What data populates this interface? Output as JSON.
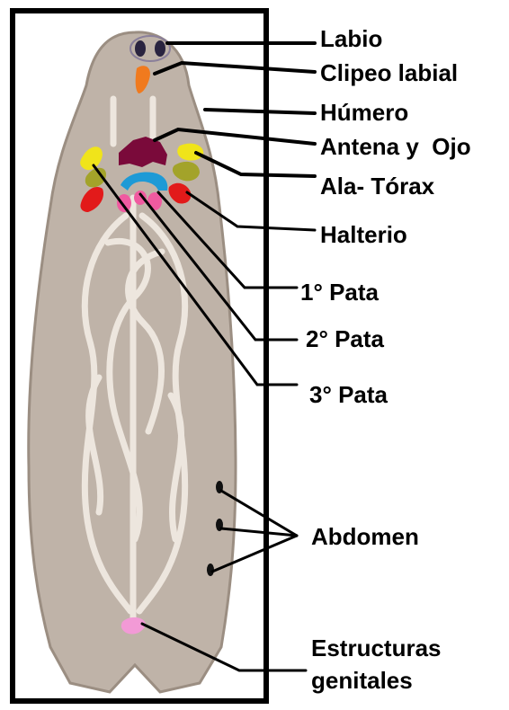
{
  "labels": {
    "labio": "Labio",
    "clipeo": "Clipeo labial",
    "humero": "Húmero",
    "antena_ojo": "Antena y  Ojo",
    "ala_torax": "Ala- Tórax",
    "halterio": "Halterio",
    "pata1": "1° Pata",
    "pata2": "2° Pata",
    "pata3": "3° Pata",
    "abdomen": "Abdomen",
    "estructuras": "Estructuras",
    "genitales": "genitales"
  },
  "colors": {
    "frame": "#000000",
    "body_fill": "#bfb3a8",
    "body_edge": "#9b8e82",
    "canal": "#ede6de",
    "eyes": "#2a2440",
    "labrum": "#f07a1e",
    "antenna_eye": "#7a0a3a",
    "wing": "#a3a32a",
    "thorax": "#1e9ad6",
    "haltere": "#e21a1a",
    "humerus": "#f0e41a",
    "legs": "#f05aa0",
    "genital": "#f29ad6"
  }
}
